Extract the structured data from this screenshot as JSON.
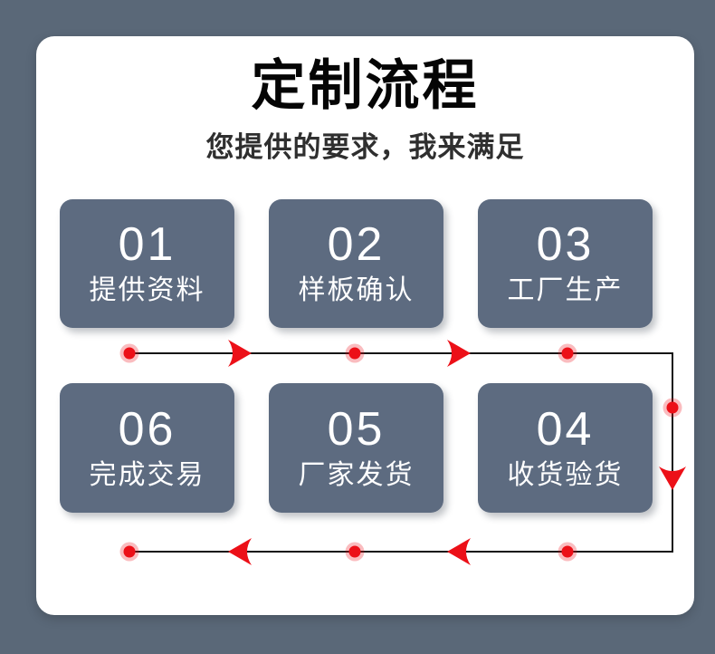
{
  "page": {
    "background_color": "#5a6878",
    "panel_background_color": "#ffffff"
  },
  "header": {
    "title": "定制流程",
    "subtitle": "您提供的要求，我来满足"
  },
  "steps": [
    {
      "number": "01",
      "label": "提供资料"
    },
    {
      "number": "02",
      "label": "样板确认"
    },
    {
      "number": "03",
      "label": "工厂生产"
    },
    {
      "number": "06",
      "label": "完成交易"
    },
    {
      "number": "05",
      "label": "厂家发货"
    },
    {
      "number": "04",
      "label": "收货验货"
    }
  ],
  "flow_order": [
    "01",
    "02",
    "03",
    "04",
    "05",
    "06"
  ],
  "colors": {
    "tile": "#5d6b80",
    "red": "#ec1018",
    "line": "#141414"
  }
}
